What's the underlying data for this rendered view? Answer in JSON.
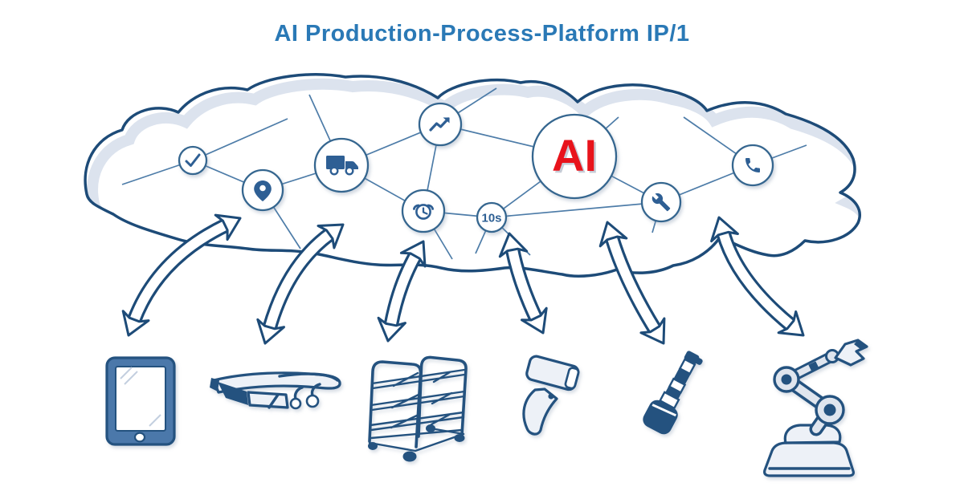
{
  "title": {
    "text": "AI Production-Process-Platform IP/1"
  },
  "colors": {
    "title": "#2a79b6",
    "cloud_outline": "#1d4b78",
    "cloud_inner_shadow": "#dce3ee",
    "node_stroke": "#35668f",
    "icon_blue": "#2e5f94",
    "edge_line": "#4d7ca8",
    "ai_red": "#e8131b",
    "device_navy": "#24527f",
    "tablet_body": "#4b78aa"
  },
  "cloud": {
    "description": "hand-drawn cloud containing a network of platform-service nodes",
    "labels": {
      "ai": "AI",
      "tens": "10s"
    },
    "nodes": [
      {
        "id": "check",
        "icon": "checkmark-icon"
      },
      {
        "id": "pin",
        "icon": "location-pin-icon"
      },
      {
        "id": "truck",
        "icon": "truck-icon"
      },
      {
        "id": "trend",
        "icon": "trending-up-icon"
      },
      {
        "id": "alarm",
        "icon": "alarm-clock-icon"
      },
      {
        "id": "tens",
        "icon": "label-10s",
        "label": "10s"
      },
      {
        "id": "ai",
        "icon": "label-ai",
        "label": "AI"
      },
      {
        "id": "wrench",
        "icon": "wrench-icon"
      },
      {
        "id": "phone",
        "icon": "phone-icon"
      }
    ],
    "edges": [
      [
        "check",
        "pin"
      ],
      [
        "pin",
        "truck"
      ],
      [
        "truck",
        "trend"
      ],
      [
        "truck",
        "alarm"
      ],
      [
        "trend",
        "alarm"
      ],
      [
        "trend",
        "ai"
      ],
      [
        "alarm",
        "tens"
      ],
      [
        "tens",
        "ai"
      ],
      [
        "tens",
        "wrench"
      ],
      [
        "ai",
        "wrench"
      ],
      [
        "wrench",
        "phone"
      ]
    ]
  },
  "devices": [
    {
      "id": "tablet",
      "icon": "tablet-icon"
    },
    {
      "id": "glasses",
      "icon": "smart-glasses-icon"
    },
    {
      "id": "cart",
      "icon": "shelf-cart-icon"
    },
    {
      "id": "scanner",
      "icon": "barcode-scanner-icon"
    },
    {
      "id": "tool",
      "icon": "power-tool-icon"
    },
    {
      "id": "robot",
      "icon": "robot-arm-icon"
    }
  ]
}
